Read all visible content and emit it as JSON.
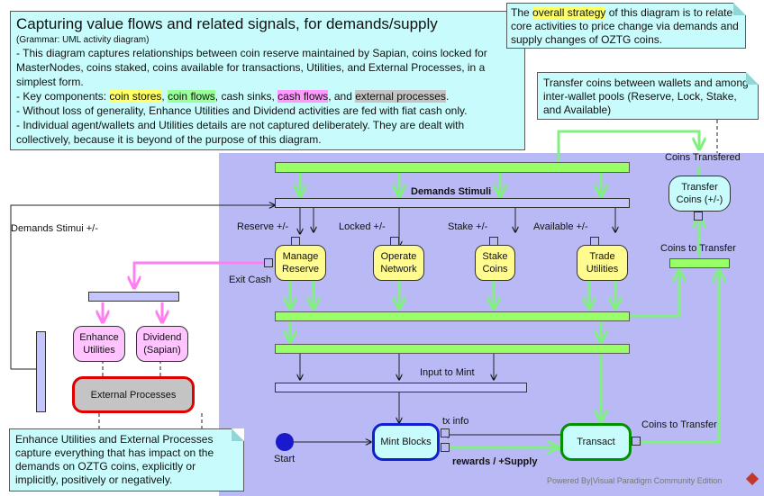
{
  "notes": {
    "main": {
      "title": "Capturing value flows and related signals, for demands/supply",
      "grammar": "(Grammar: UML activity diagram)",
      "line1": "- This diagram captures relationships between coin reserve maintained by Sapian, coins locked for MasterNodes, coins staked, coins available for transactions, Utilities, and External Processes, in a simplest form.",
      "line2_prefix": "- Key components: ",
      "coin_stores": "coin stores",
      "coin_flows": "coin flows",
      "cash_sinks": "cash sinks",
      "cash_flows": "cash flows",
      "and": ", and ",
      "external_processes": "external processes",
      "period": ".",
      "comma": ", ",
      "line3": "- Without loss of generality, Enhance Utilities and Dividend activities are fed with fiat cash only.",
      "line4": "- Individual agent/wallets and Utilities details are not captured deliberately. They are dealt with collectively, because it is beyond of the purpose of this diagram."
    },
    "strategy": {
      "prefix": "The ",
      "highlight": "overall strategy",
      "suffix": " of this diagram is to relate core activities to price change via demands and supply changes of OZTG coins."
    },
    "transfer": "Transfer coins between wallets and among inter-wallet pools (Reserve, Lock, Stake, and Available)",
    "enhance": "Enhance Utilities and External Processes capture everything that has impact on the demands on OZTG coins, explicitly or implicitly, positively or negatively."
  },
  "actions": {
    "manage_reserve": "Manage Reserve",
    "operate_network": "Operate Network",
    "stake_coins": "Stake Coins",
    "trade_utilities": "Trade Utilities",
    "transfer_coins": "Transfer Coins (+/-)",
    "enhance_utilities": "Enhance Utilities",
    "dividend": "Dividend (Sapian)",
    "external_processes": "External Processes",
    "mint_blocks": "Mint Blocks",
    "transact": "Transact"
  },
  "labels": {
    "demands_stimuli": "Demands Stimuli",
    "demands_stimui_pm": "Demands Stimui +/-",
    "reserve_pm": "Reserve +/-",
    "locked_pm": "Locked +/-",
    "stake_pm": "Stake +/-",
    "available_pm": "Available +/-",
    "exit_cash": "Exit Cash",
    "coins_transfered": "Coins Transfered",
    "coins_to_transfer_top": "Coins to Transfer",
    "coins_to_transfer_bottom": "Coins to Transfer",
    "input_to_mint": "Input to Mint",
    "tx_info": "tx info",
    "rewards_supply": "rewards / +Supply",
    "start": "Start"
  },
  "footer": "Powered By|Visual Paradigm Community Edition",
  "colors": {
    "pool": "#b9b9f5",
    "note": "#c8fbfb",
    "coin_store": "#fffb8f",
    "coin_flow": "#99ff99",
    "cash_sink": "#ffc3ff",
    "cash_flow": "#ff99ff",
    "external": "#c4c4c4",
    "external_border": "#e00000",
    "mint_border": "#1020d0",
    "transact_border": "#009000",
    "start": "#1a1acc"
  }
}
